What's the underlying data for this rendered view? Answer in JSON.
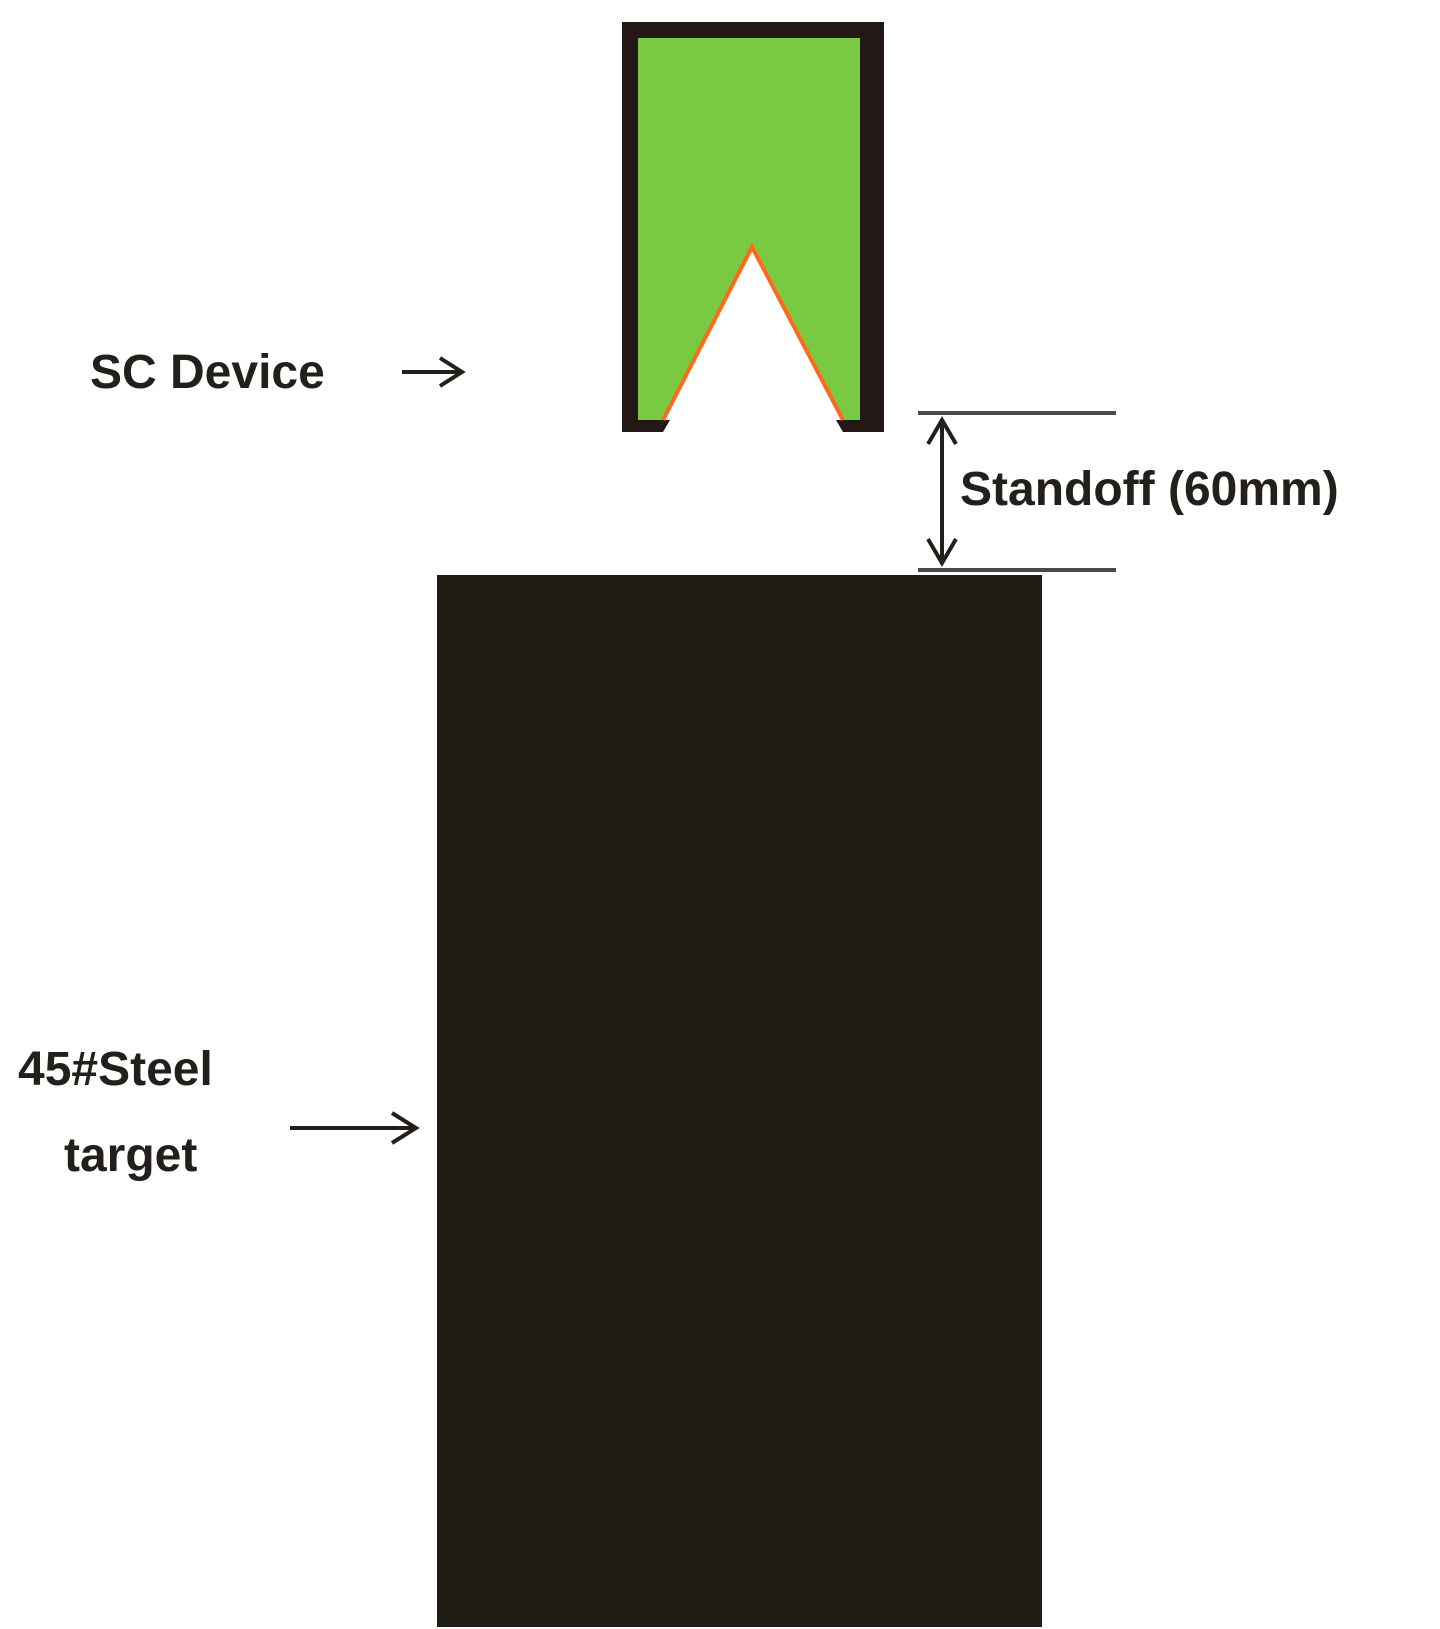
{
  "labels": {
    "device": "SC Device",
    "standoff": "Standoff (60mm)",
    "target_line1": "45#Steel",
    "target_line2": "target"
  },
  "colors": {
    "device_fill": "#7ac943",
    "device_outline": "#231815",
    "liner": "#ff6a1a",
    "target_fill": "#201d16",
    "ink": "#231f1a",
    "dimension_line": "#4a4a4a"
  }
}
